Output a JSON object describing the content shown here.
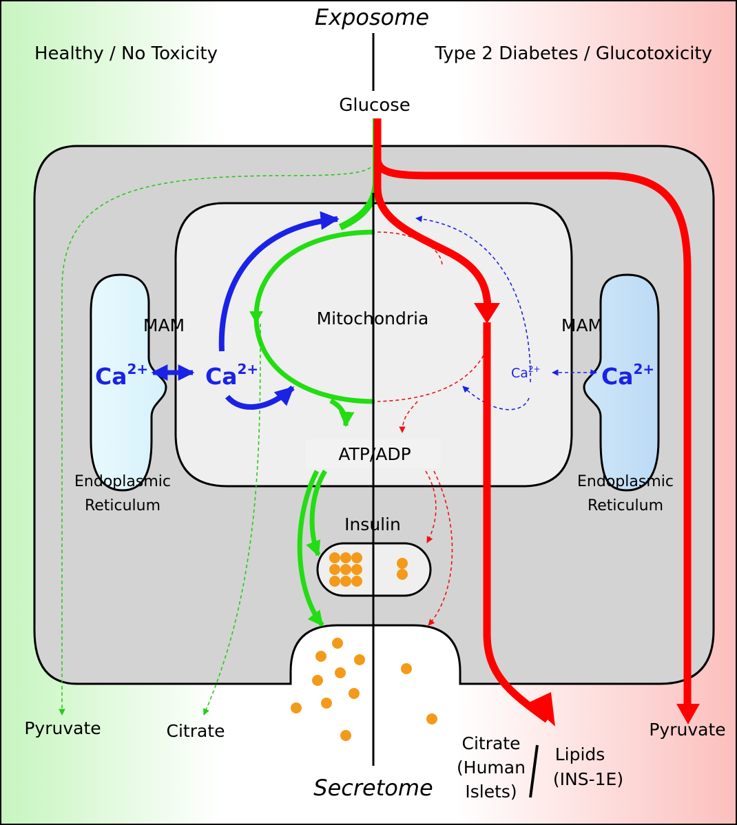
{
  "title": "Exposome",
  "bottom_title": "Secretome",
  "left_panel": {
    "heading": "Healthy / No Toxicity"
  },
  "right_panel": {
    "heading": "Type 2 Diabetes / Glucotoxicity"
  },
  "colors": {
    "healthy_bg": "#c8f5c0",
    "disease_bg": "#fbc2c0",
    "cell": "#d3d3d3",
    "mito": "#f2f2f2",
    "er_left": "#dff6fc",
    "er_right": "#c9e2f7",
    "green_arrow": "#22dd11",
    "red_arrow": "#ff0000",
    "blue_arrow": "#1a22e6",
    "granule": "#f39a1b"
  },
  "labels": {
    "glucose": "Glucose",
    "mitochondria": "Mitochondria",
    "mam_left": "MAM",
    "mam_right": "MAM",
    "ca_base": "Ca",
    "ca_charge": "2+",
    "er_line1": "Endoplasmic",
    "er_line2": "Reticulum",
    "atp_adp": "ATP/ADP",
    "insulin": "Insulin",
    "pyruvate_left": "Pyruvate",
    "citrate_left": "Citrate",
    "pyruvate_right": "Pyruvate",
    "citrate_line1": "Citrate",
    "citrate_line2": "(Human",
    "citrate_line3": "Islets)",
    "lipids_line1": "Lipids",
    "lipids_line2": "(INS-1E)"
  }
}
